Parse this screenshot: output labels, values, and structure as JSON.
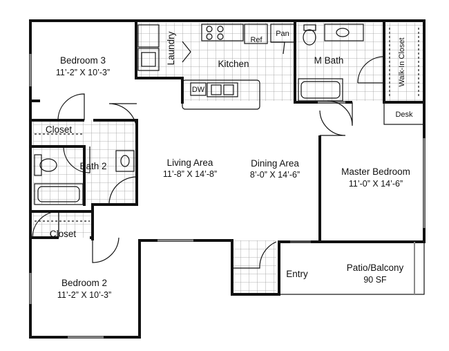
{
  "rooms": {
    "bedroom3": {
      "name": "Bedroom 3",
      "dims": "11’-2” X 10’-3”"
    },
    "bedroom2": {
      "name": "Bedroom 2",
      "dims": "11’-2” X 10’-3”"
    },
    "living": {
      "name": "Living Area",
      "dims": "11’-8” X 14’-8”"
    },
    "dining": {
      "name": "Dining Area",
      "dims": "8’-0” X 14’-6”"
    },
    "master": {
      "name": "Master Bedroom",
      "dims": "11’-0” X 14’-6”"
    },
    "patio": {
      "name": "Patio/Balcony",
      "dims": "90 SF"
    },
    "kitchen": {
      "name": "Kitchen"
    },
    "mbath": {
      "name": "M Bath"
    },
    "bath2": {
      "name": "Bath 2"
    },
    "laundry": {
      "name": "Laundry"
    },
    "closet_upper": {
      "name": "Closet"
    },
    "closet_lower": {
      "name": "Closet"
    },
    "walkin": {
      "name": "Walk-In Closet"
    },
    "entry": {
      "name": "Entry"
    },
    "desk": {
      "name": "Desk"
    },
    "pan": {
      "name": "Pan"
    },
    "ref": {
      "name": "Ref"
    },
    "dw": {
      "name": "DW"
    }
  }
}
